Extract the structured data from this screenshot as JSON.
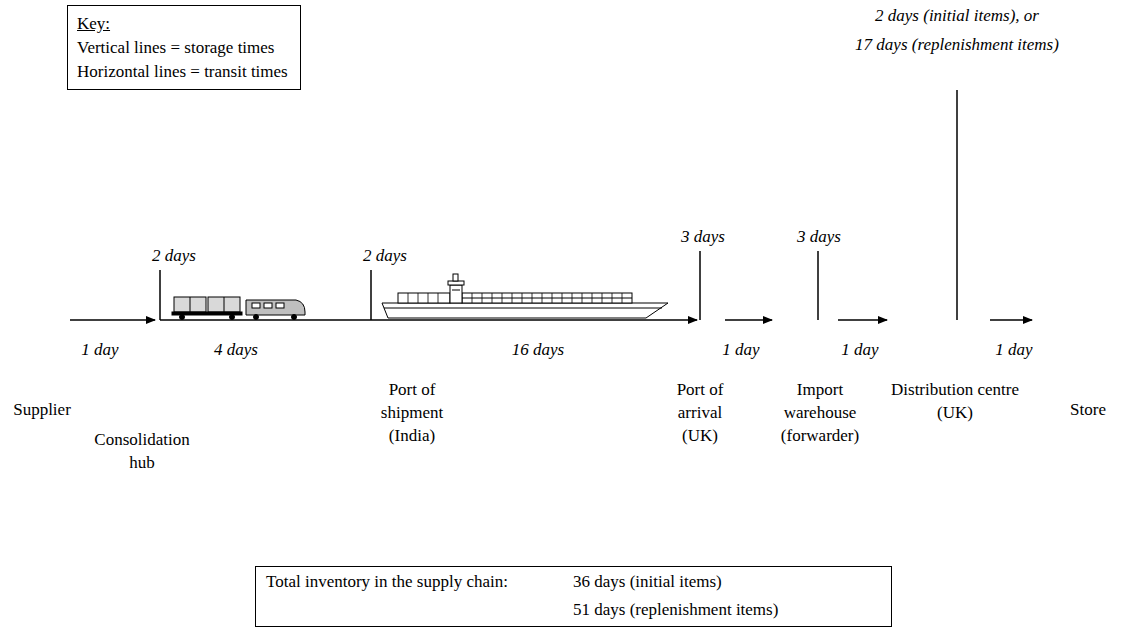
{
  "diagram": {
    "nodes": [
      {
        "text": [
          "Key:",
          "Vertical lines = storage times",
          "Horizontal lines = transit times"
        ]
      },
      {
        "text": [
          "Total inventory in the supply chain:",
          "36 days (initial items)",
          "51 days (replenishment items)"
        ]
      }
    ],
    "labels": [
      "2 days (initial items), or",
      "17 days (replenishment items)",
      "2 days",
      "2 days",
      "3 days",
      "3 days",
      "1 day",
      "4 days",
      "16 days",
      "1 day",
      "1 day",
      "1 day",
      "Supplier",
      "Consolidation hub",
      "Port of shipment (India)",
      "Port of arrival (UK)",
      "Import warehouse (forwarder)",
      "Distribution centre (UK)",
      "Store"
    ]
  }
}
